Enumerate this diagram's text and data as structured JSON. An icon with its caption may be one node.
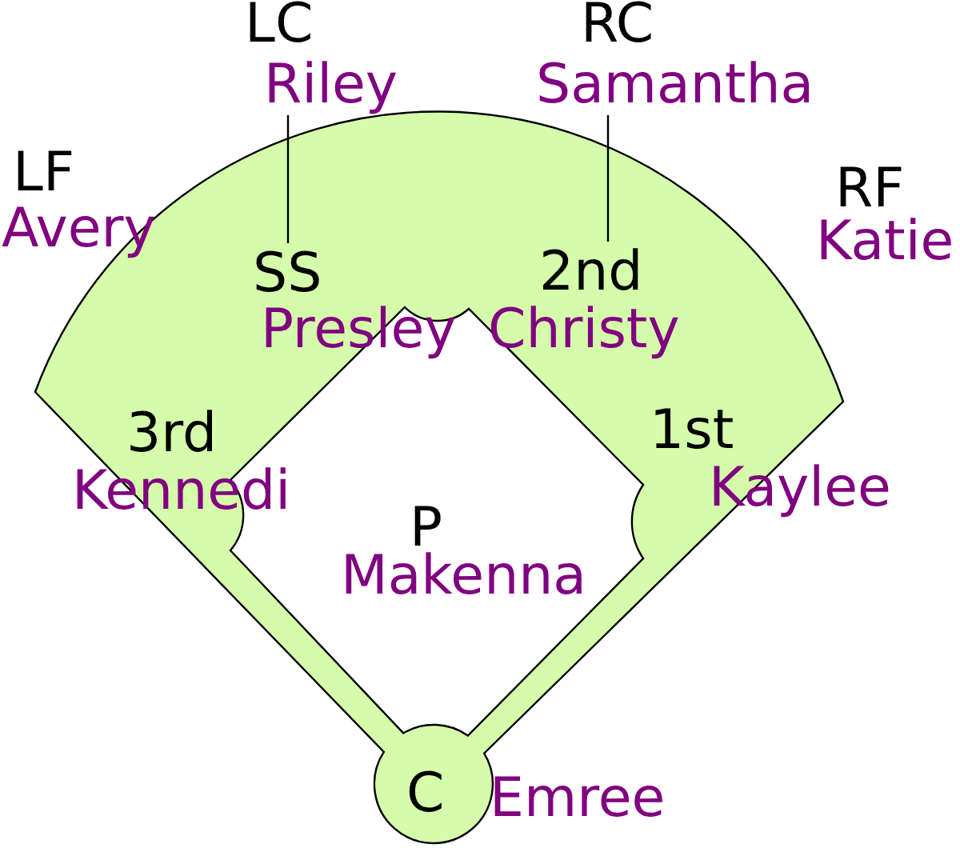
{
  "diagram": {
    "nodes": [
      {
        "text": [
          "LC",
          "Riley"
        ]
      },
      {
        "text": [
          "RC",
          "Samantha"
        ]
      },
      {
        "text": [
          "LF",
          "Avery"
        ]
      },
      {
        "text": [
          "RF",
          "Katie"
        ]
      },
      {
        "text": [
          "SS",
          "Presley"
        ]
      },
      {
        "text": [
          "2nd",
          "Christy"
        ]
      },
      {
        "text": [
          "3rd",
          "Kennedi"
        ]
      },
      {
        "text": [
          "1st",
          "Kaylee"
        ]
      },
      {
        "text": [
          "P",
          "Makenna"
        ]
      },
      {
        "text": [
          "C",
          "Emree"
        ]
      }
    ],
    "edges": [
      {
        "from": 0,
        "to": 4,
        "arrow": "none"
      },
      {
        "from": 1,
        "to": 5,
        "arrow": "none"
      }
    ]
  }
}
